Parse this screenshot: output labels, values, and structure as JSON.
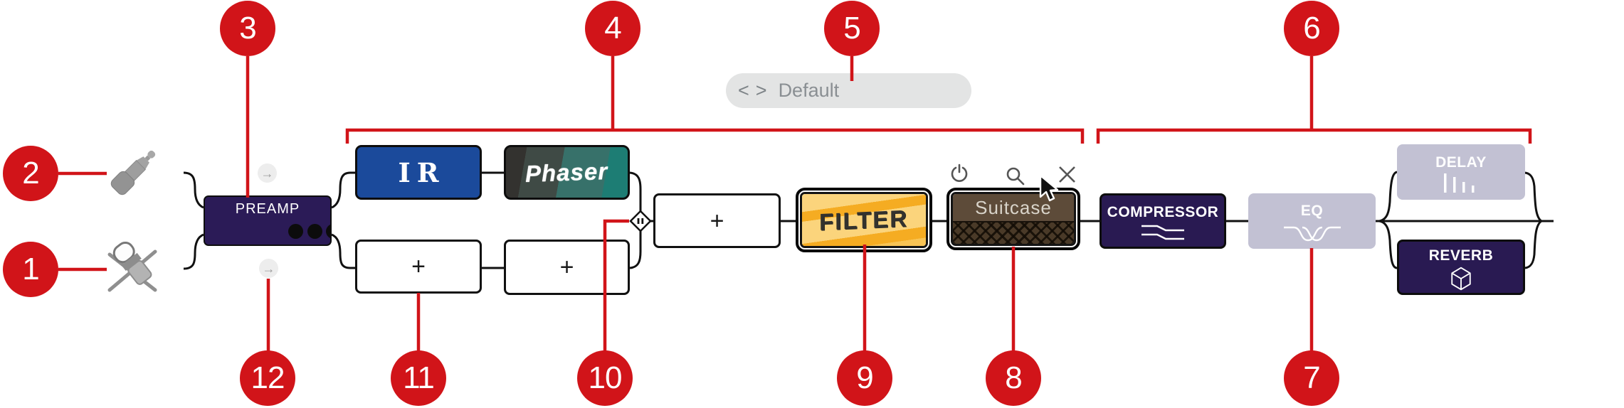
{
  "preset": {
    "prev": "<",
    "next": ">",
    "name": "Default"
  },
  "chain": {
    "preamp": {
      "label": "PREAMP"
    },
    "ir": {
      "label": "IR"
    },
    "phaser": {
      "label": "Phaser"
    },
    "empty_slot_1": {
      "label": "+"
    },
    "empty_slot_2": {
      "label": "+"
    },
    "empty_slot_3": {
      "label": "+"
    },
    "filter": {
      "label": "FILTER"
    },
    "suitcase": {
      "label": "Suitcase"
    },
    "compressor": {
      "label": "COMPRESSOR"
    },
    "eq": {
      "label": "EQ"
    },
    "delay": {
      "label": "DELAY"
    },
    "reverb": {
      "label": "REVERB"
    }
  },
  "callouts": {
    "numbers": [
      "1",
      "2",
      "3",
      "4",
      "5",
      "6",
      "7",
      "8",
      "9",
      "10",
      "11",
      "12"
    ]
  },
  "icons": {
    "insert_arrow": "→",
    "input_line": "jack-plug-icon",
    "input_mic": "microphone-icon",
    "module_power": "power-icon",
    "module_preview": "magnifier-icon",
    "module_remove": "close-icon",
    "mix_node": "split-mix-diamond-icon",
    "compressor": "compressor-curve-icon",
    "eq": "eq-band-curves-icon",
    "delay": "delay-taps-icon",
    "reverb": "cube-icon",
    "cursor": "mouse-cursor-icon"
  },
  "colors": {
    "callout_red": "#d11419",
    "navy": "#291a52",
    "preamp_purple": "#2b1b57",
    "ir_blue": "#1b4a9b",
    "filter_yellow": "#f5ac22",
    "suitcase_brown": "#5d4b39",
    "disabled_lavender": "#c2c1d3",
    "pill_gray": "#e3e4e4"
  }
}
